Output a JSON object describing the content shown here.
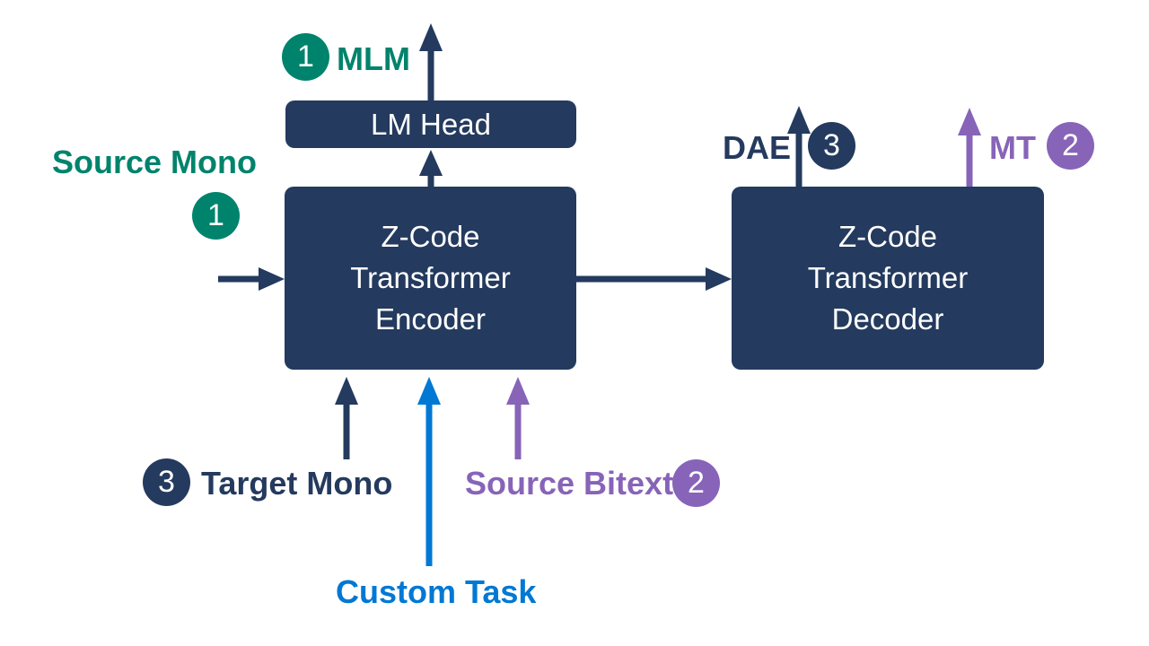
{
  "colors": {
    "navy": "#243A5E",
    "teal": "#00836C",
    "purple": "#8764B8",
    "blue": "#0078D4",
    "box_text": "#FFFFFF",
    "background": "#FFFFFF"
  },
  "boxes": {
    "lm_head": {
      "label": "LM Head"
    },
    "encoder": {
      "lines": [
        "Z-Code",
        "Transformer",
        "Encoder"
      ]
    },
    "decoder": {
      "lines": [
        "Z-Code",
        "Transformer",
        "Decoder"
      ]
    }
  },
  "badges": {
    "mlm": "1",
    "source_mono": "1",
    "dae": "3",
    "mt": "2",
    "target_mono": "3",
    "source_bitext": "2"
  },
  "labels": {
    "mlm": "MLM",
    "source_mono": "Source Mono",
    "dae": "DAE",
    "mt": "MT",
    "target_mono": "Target Mono",
    "source_bitext": "Source Bitext",
    "custom_task": "Custom Task"
  }
}
